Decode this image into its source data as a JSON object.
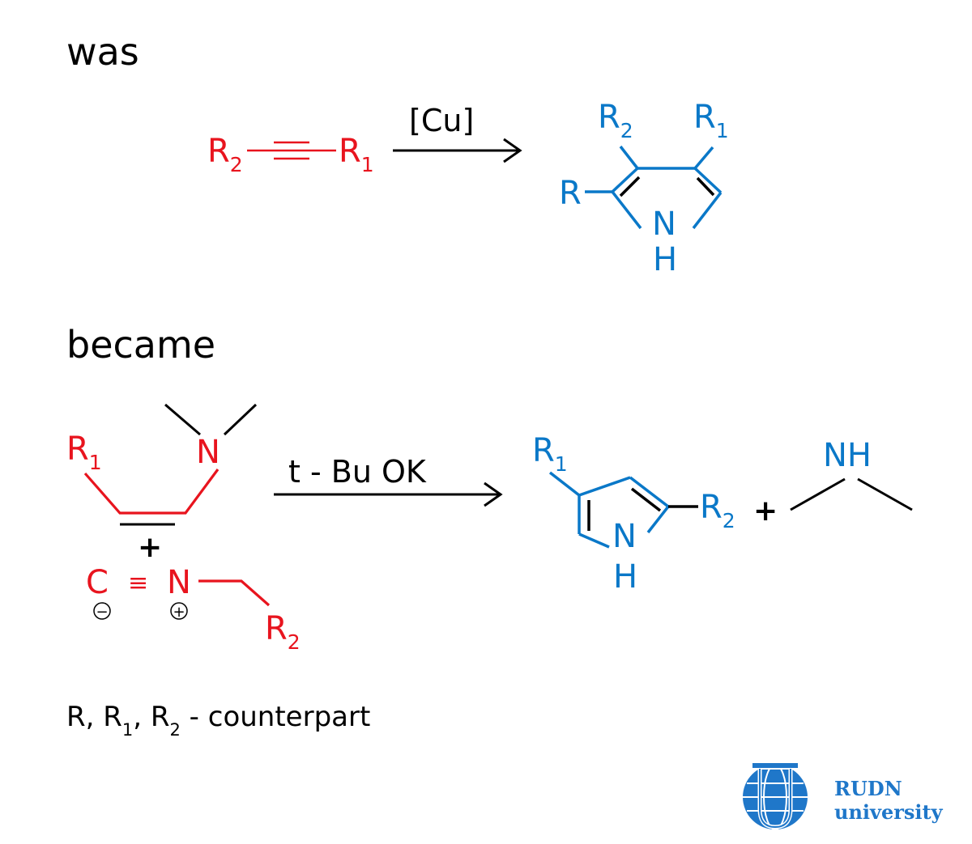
{
  "headings": {
    "before": "was",
    "after": "became"
  },
  "colors": {
    "reactant": "#e8141e",
    "product": "#0a78c8",
    "neutral": "#000000",
    "brand": "#1f77c9"
  },
  "labels": {
    "R": "R",
    "R1": "R",
    "R1_sub": "1",
    "R2": "R",
    "R2_sub": "2",
    "N": "N",
    "H": "H",
    "NH": "NH",
    "C": "C",
    "plus": "+",
    "triple": "≡",
    "charge_minus": "−",
    "charge_plus": "+"
  },
  "reactions": {
    "was": {
      "reagent": "[Cu]"
    },
    "became": {
      "reagent": "t - Bu OK"
    }
  },
  "footnote": {
    "part1": "R, R",
    "sub1": "1",
    "part2": ", R",
    "sub2": "2",
    "part3": " - counterpart"
  },
  "logo": {
    "line1": "RUDN",
    "line2": "university",
    "icon": "rudn-globe-icon"
  }
}
